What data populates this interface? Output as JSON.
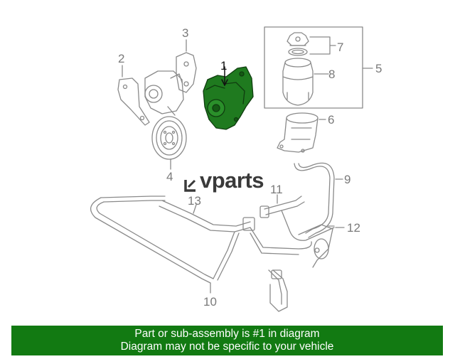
{
  "diagram": {
    "callouts": {
      "c1": "1",
      "c2": "2",
      "c3": "3",
      "c4": "4",
      "c5": "5",
      "c6": "6",
      "c7": "7",
      "c8": "8",
      "c9": "9",
      "c10": "10",
      "c11": "11",
      "c12": "12",
      "c13": "13"
    },
    "highlight_color": "#1f7a1f",
    "line_color": "#8a8a8a"
  },
  "watermark": {
    "text": "vparts",
    "logo_icon": "ev-logo-icon"
  },
  "banner": {
    "line1": "Part or sub-assembly is #1 in diagram",
    "line2": "Diagram may not be specific to your vehicle",
    "color": "#127a12"
  }
}
